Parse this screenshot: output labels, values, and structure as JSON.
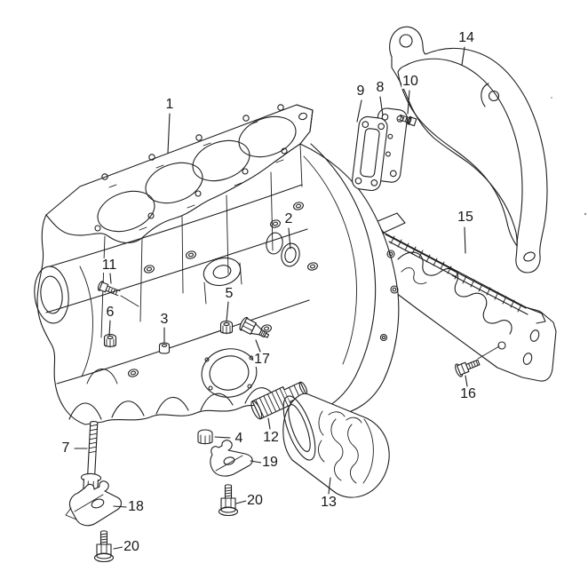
{
  "page": {
    "background": "#ffffff",
    "ink": "#1e1e1e",
    "label_color": "#161616"
  },
  "diagram": {
    "type": "exploded-parts-diagram",
    "callouts": [
      {
        "label": "1"
      },
      {
        "label": "2"
      },
      {
        "label": "3"
      },
      {
        "label": "4"
      },
      {
        "label": "5"
      },
      {
        "label": "6"
      },
      {
        "label": "7"
      },
      {
        "label": "8"
      },
      {
        "label": "9"
      },
      {
        "label": "10"
      },
      {
        "label": "11"
      },
      {
        "label": "12"
      },
      {
        "label": "13"
      },
      {
        "label": "14"
      },
      {
        "label": "15"
      },
      {
        "label": "16"
      },
      {
        "label": "17"
      },
      {
        "label": "18"
      },
      {
        "label": "19"
      },
      {
        "label": "20"
      },
      {
        "label": "20"
      }
    ]
  }
}
